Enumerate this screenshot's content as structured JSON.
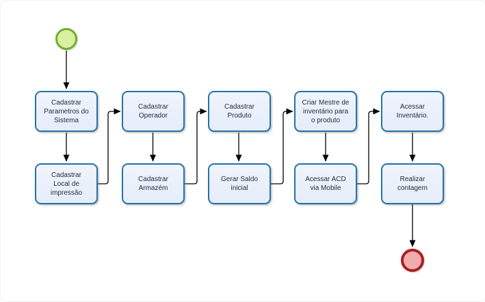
{
  "diagram": {
    "type": "bpmn-process-flow",
    "colors": {
      "task_fill": "#E9EFFB",
      "task_border": "#2273A8",
      "task_text": "#1E2A36",
      "start_fill": "#D9F0A2",
      "start_border": "#70AE2F",
      "end_fill": "#F0ADAD",
      "end_border": "#A91F23",
      "connector": "#000000"
    },
    "start_event": {
      "id": "start",
      "shape": "circle"
    },
    "end_event": {
      "id": "end",
      "shape": "circle"
    },
    "tasks": [
      {
        "id": "cadastrar-parametros-sistema",
        "label": "Cadastrar\nParametros do\nSistema"
      },
      {
        "id": "cadastrar-local-impressao",
        "label": "Cadastrar\nLocal de\nimpressão"
      },
      {
        "id": "cadastrar-operador",
        "label": "Cadastrar\nOperador"
      },
      {
        "id": "cadastrar-armazem",
        "label": "Cadastrar\nArmazém"
      },
      {
        "id": "cadastrar-produto",
        "label": "Cadastrar\nProduto"
      },
      {
        "id": "gerar-saldo-inicial",
        "label": "Gerar Saldo\ninicial"
      },
      {
        "id": "criar-mestre-inventario",
        "label": "Criar Mestre de\ninventário para\no produto"
      },
      {
        "id": "acessar-acd-mobile",
        "label": "Acessar ACD\nvia Mobile"
      },
      {
        "id": "acessar-inventario",
        "label": "Acessar\nInventário."
      },
      {
        "id": "realizar-contagem",
        "label": "Realizar\ncontagem"
      }
    ],
    "edges": [
      {
        "from": "start",
        "to": "cadastrar-parametros-sistema"
      },
      {
        "from": "cadastrar-parametros-sistema",
        "to": "cadastrar-local-impressao"
      },
      {
        "from": "cadastrar-local-impressao",
        "to": "cadastrar-operador"
      },
      {
        "from": "cadastrar-operador",
        "to": "cadastrar-armazem"
      },
      {
        "from": "cadastrar-armazem",
        "to": "cadastrar-produto"
      },
      {
        "from": "cadastrar-produto",
        "to": "gerar-saldo-inicial"
      },
      {
        "from": "gerar-saldo-inicial",
        "to": "criar-mestre-inventario"
      },
      {
        "from": "criar-mestre-inventario",
        "to": "acessar-acd-mobile"
      },
      {
        "from": "acessar-acd-mobile",
        "to": "acessar-inventario"
      },
      {
        "from": "acessar-inventario",
        "to": "realizar-contagem"
      },
      {
        "from": "realizar-contagem",
        "to": "end"
      }
    ]
  }
}
